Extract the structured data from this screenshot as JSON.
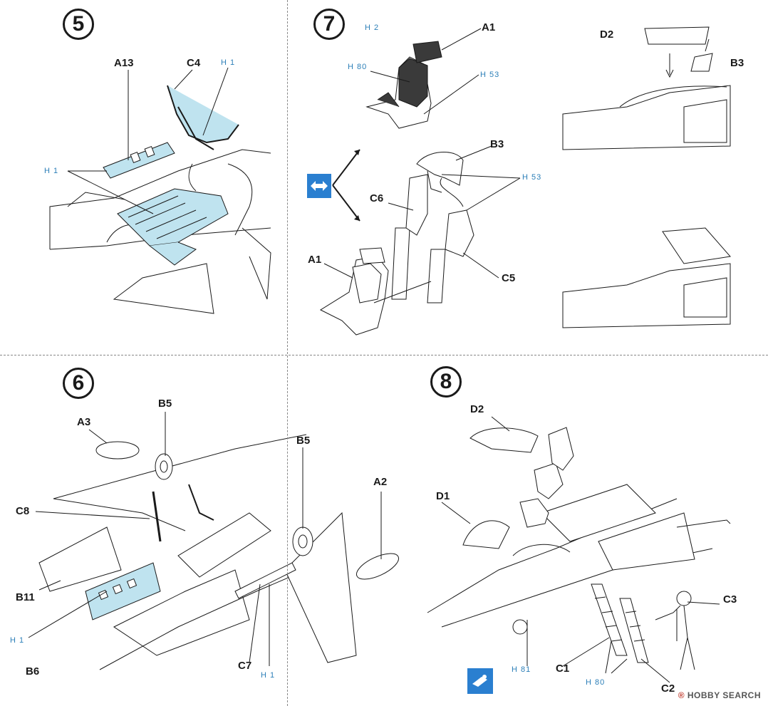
{
  "steps": {
    "s5": "5",
    "s6": "6",
    "s7": "7",
    "s8": "8"
  },
  "step5": {
    "parts": [
      "A13",
      "C4"
    ],
    "paint": [
      "H 1",
      "H 1"
    ]
  },
  "step6": {
    "parts": [
      "B5",
      "A3",
      "C8",
      "B11",
      "B6",
      "B5",
      "A2",
      "C7"
    ],
    "paint": [
      "H 1",
      "H 1"
    ]
  },
  "step7": {
    "parts": [
      "A1",
      "B3",
      "C6",
      "A1",
      "C5",
      "D2",
      "B3"
    ],
    "paint": [
      "H 2",
      "H 80",
      "H 53",
      "H 53"
    ]
  },
  "step8": {
    "parts": [
      "D2",
      "D1",
      "C3",
      "C1",
      "C2"
    ],
    "paint": [
      "H 81",
      "H 80"
    ]
  },
  "watermark": {
    "brand": "HOBBY SEARCH",
    "symbol": "®"
  },
  "colors": {
    "primer": "#bfe3ef",
    "seat_dark": "#3a3a3a",
    "icon_blue": "#2a7fd0",
    "paint_text": "#2c7fb8"
  },
  "icons": [
    "bidirectional-arrow-icon",
    "decal-apply-icon"
  ]
}
